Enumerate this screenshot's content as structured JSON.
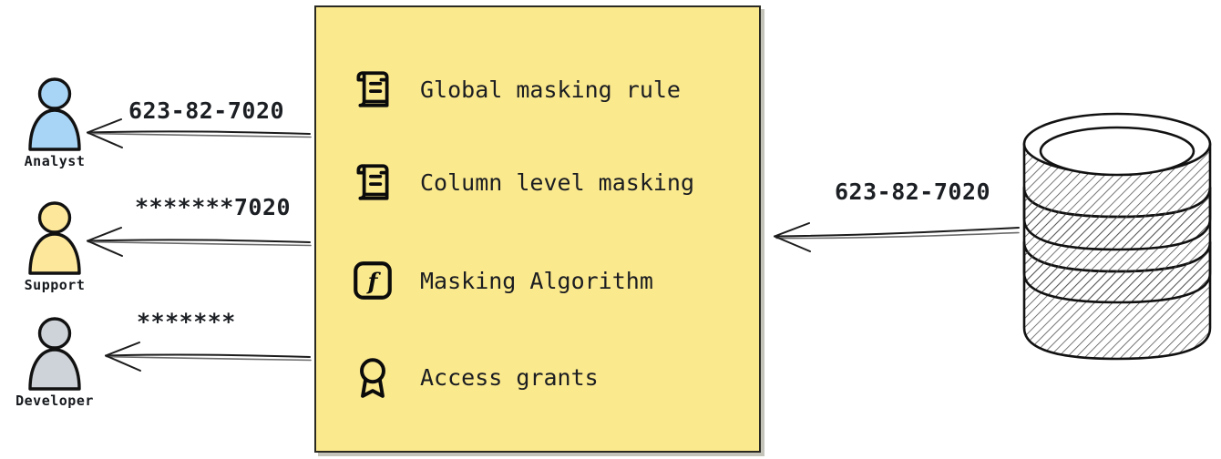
{
  "diagram": {
    "type": "data-masking-flow",
    "title": "",
    "background_color": "#ffffff"
  },
  "actors": [
    {
      "id": "analyst",
      "label": "Analyst",
      "icon": "person-icon",
      "color": "#a8d4f5",
      "outline": "#111111",
      "received_value": "623-82-7020",
      "masking": "none"
    },
    {
      "id": "support",
      "label": "Support",
      "icon": "person-icon",
      "color": "#fde79a",
      "outline": "#111111",
      "received_value": "*******7020",
      "masking": "partial"
    },
    {
      "id": "developer",
      "label": "Developer",
      "icon": "person-icon",
      "color": "#ced3d9",
      "outline": "#111111",
      "received_value": "*******",
      "masking": "full"
    }
  ],
  "policy_panel": {
    "background_color": "#fbe98e",
    "border_color": "#2a2a22",
    "items": [
      {
        "icon": "scroll-icon",
        "label": "Global masking rule"
      },
      {
        "icon": "scroll-icon",
        "label": "Column level masking"
      },
      {
        "icon": "function-icon",
        "label": "Masking Algorithm"
      },
      {
        "icon": "award-icon",
        "label": "Access grants"
      }
    ]
  },
  "source": {
    "id": "database",
    "icon": "database-cylinder-icon",
    "label": "",
    "emitted_value": "623-82-7020",
    "segments": 3,
    "style": "hand-drawn-hatched"
  },
  "arrows": [
    {
      "id": "db-to-policy",
      "direction": "left",
      "label": "623-82-7020"
    },
    {
      "id": "policy-to-analyst",
      "direction": "left",
      "label": "623-82-7020"
    },
    {
      "id": "policy-to-support",
      "direction": "left",
      "label": "*******7020"
    },
    {
      "id": "policy-to-developer",
      "direction": "left",
      "label": "*******"
    }
  ]
}
